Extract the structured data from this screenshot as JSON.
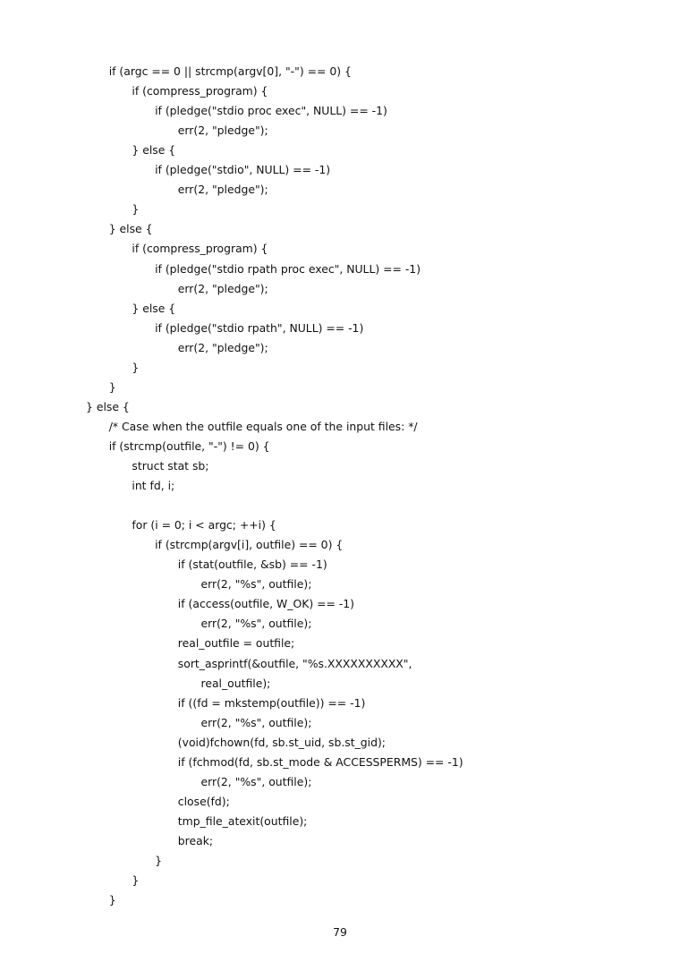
{
  "code_lines": [
    {
      "indent": 1,
      "text": "if (argc == 0 || strcmp(argv[0], \"-\") == 0) {"
    },
    {
      "indent": 2,
      "text": "if (compress_program) {"
    },
    {
      "indent": 3,
      "text": "if (pledge(\"stdio proc exec\", NULL) == -1)"
    },
    {
      "indent": 4,
      "text": "err(2, \"pledge\");"
    },
    {
      "indent": 2,
      "text": "} else {"
    },
    {
      "indent": 3,
      "text": "if (pledge(\"stdio\", NULL) == -1)"
    },
    {
      "indent": 4,
      "text": "err(2, \"pledge\");"
    },
    {
      "indent": 2,
      "text": "}"
    },
    {
      "indent": 1,
      "text": "} else {"
    },
    {
      "indent": 2,
      "text": "if (compress_program) {"
    },
    {
      "indent": 3,
      "text": "if (pledge(\"stdio rpath proc exec\", NULL) == -1)"
    },
    {
      "indent": 4,
      "text": "err(2, \"pledge\");"
    },
    {
      "indent": 2,
      "text": "} else {"
    },
    {
      "indent": 3,
      "text": "if (pledge(\"stdio rpath\", NULL) == -1)"
    },
    {
      "indent": 4,
      "text": "err(2, \"pledge\");"
    },
    {
      "indent": 2,
      "text": "}"
    },
    {
      "indent": 1,
      "text": "}"
    },
    {
      "indent": 0,
      "text": "} else {"
    },
    {
      "indent": 1,
      "text": "/* Case when the outfile equals one of the input files: */"
    },
    {
      "indent": 1,
      "text": "if (strcmp(outfile, \"-\") != 0) {"
    },
    {
      "indent": 2,
      "text": "struct stat sb;"
    },
    {
      "indent": 2,
      "text": "int fd, i;"
    },
    {
      "indent": 2,
      "text": ""
    },
    {
      "indent": 2,
      "text": "for (i = 0; i < argc; ++i) {"
    },
    {
      "indent": 3,
      "text": "if (strcmp(argv[i], outfile) == 0) {"
    },
    {
      "indent": 4,
      "text": "if (stat(outfile, &sb) == -1)"
    },
    {
      "indent": 5,
      "text": "err(2, \"%s\", outfile);"
    },
    {
      "indent": 4,
      "text": "if (access(outfile, W_OK) == -1)"
    },
    {
      "indent": 5,
      "text": "err(2, \"%s\", outfile);"
    },
    {
      "indent": 4,
      "text": "real_outfile = outfile;"
    },
    {
      "indent": 4,
      "text": "sort_asprintf(&outfile, \"%s.XXXXXXXXXX\","
    },
    {
      "indent": 5,
      "text": "real_outfile);"
    },
    {
      "indent": 4,
      "text": "if ((fd = mkstemp(outfile)) == -1)"
    },
    {
      "indent": 5,
      "text": "err(2, \"%s\", outfile);"
    },
    {
      "indent": 4,
      "text": "(void)fchown(fd, sb.st_uid, sb.st_gid);"
    },
    {
      "indent": 4,
      "text": "if (fchmod(fd, sb.st_mode & ACCESSPERMS) == -1)"
    },
    {
      "indent": 5,
      "text": "err(2, \"%s\", outfile);"
    },
    {
      "indent": 4,
      "text": "close(fd);"
    },
    {
      "indent": 4,
      "text": "tmp_file_atexit(outfile);"
    },
    {
      "indent": 4,
      "text": "break;"
    },
    {
      "indent": 3,
      "text": "}"
    },
    {
      "indent": 2,
      "text": "}"
    },
    {
      "indent": 1,
      "text": "}"
    }
  ],
  "page_number": "79"
}
